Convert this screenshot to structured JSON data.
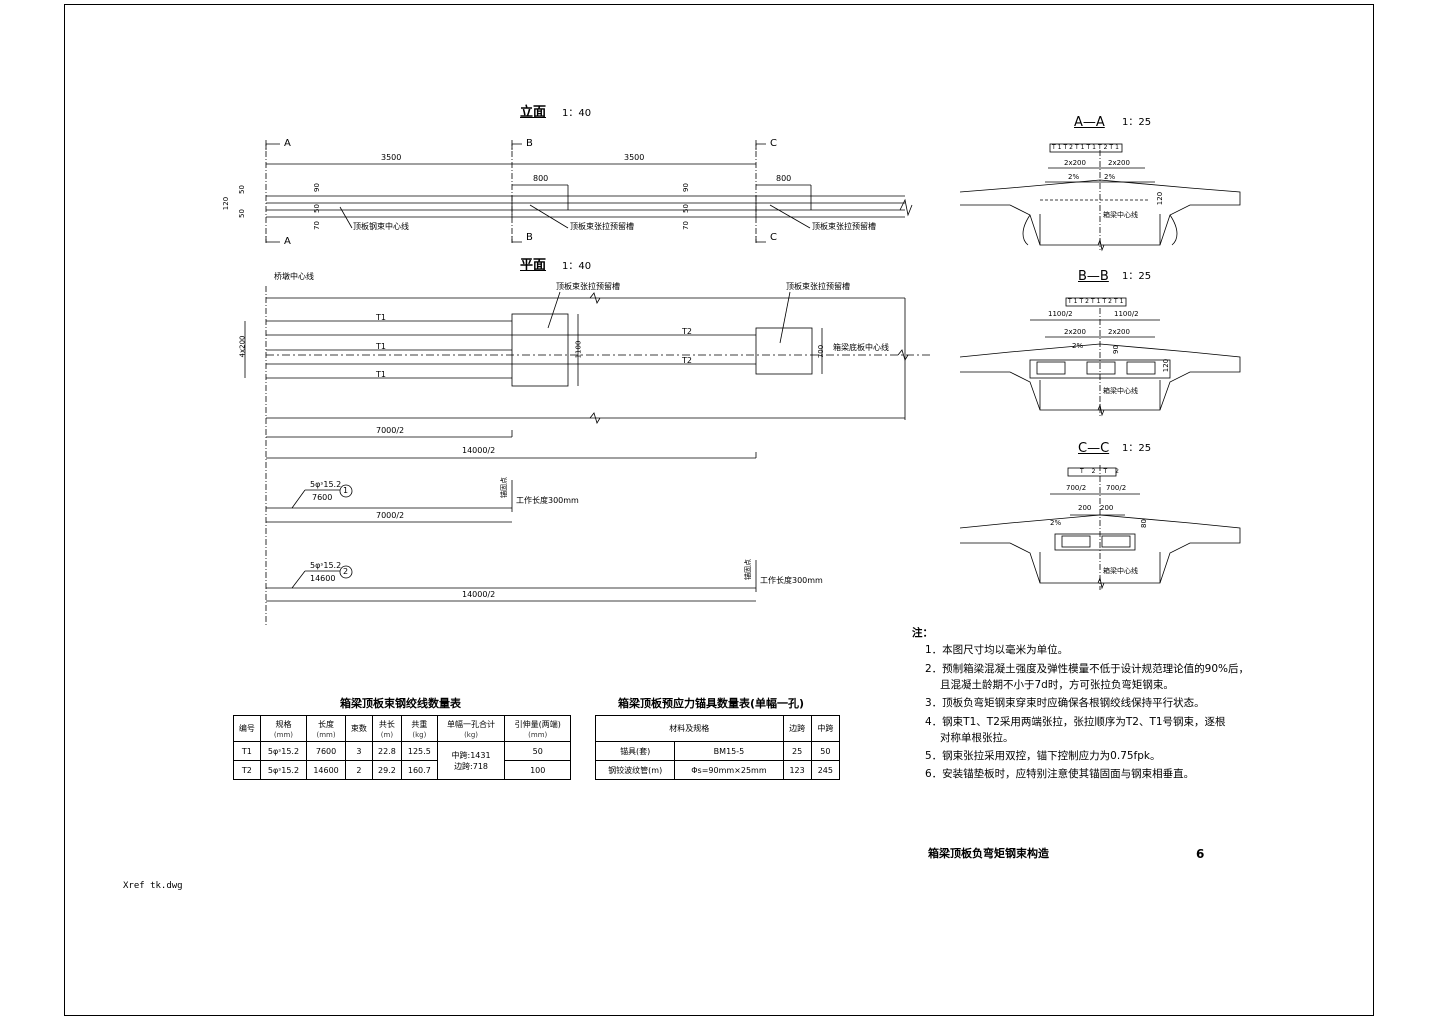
{
  "elevation": {
    "title": "立面",
    "scale": "1：40",
    "sections": [
      "A",
      "A",
      "B",
      "B",
      "C",
      "C"
    ],
    "dims_top": [
      "3500",
      "3500",
      "800",
      "800"
    ],
    "dims_side": [
      "120",
      "50",
      "50",
      "90",
      "50",
      "70",
      "90",
      "50",
      "70"
    ],
    "labels": [
      "顶板钢束中心线",
      "顶板束张拉预留槽",
      "顶板束张拉预留槽"
    ]
  },
  "plan": {
    "title": "平面",
    "scale": "1：40",
    "center_label": "桥墩中心线",
    "pocket_labels": [
      "顶板束张拉预留槽",
      "顶板束张拉预留槽"
    ],
    "tendon_labels": [
      "T1",
      "T1",
      "T1",
      "T2",
      "T2"
    ],
    "dims": [
      "4x200",
      "1100",
      "700",
      "7000/2",
      "14000/2"
    ],
    "beam_center": "箱梁底板中心线"
  },
  "tendons": [
    {
      "spec": "5φˢ15.2",
      "length": "7600",
      "num": "1",
      "dim": "7000/2",
      "anchor": "锚固点",
      "work": "工作长度300mm"
    },
    {
      "spec": "5φˢ15.2",
      "length": "14600",
      "num": "2",
      "dim": "14000/2",
      "anchor": "锚固点",
      "work": "工作长度300mm"
    }
  ],
  "section_aa": {
    "title": "A—A",
    "scale": "1：25",
    "tags": [
      "T1",
      "T2",
      "T1",
      "T1",
      "T2",
      "T1"
    ],
    "dims": [
      "2x200",
      "2x200",
      "2%",
      "2%",
      "120"
    ],
    "center": "箱梁中心线"
  },
  "section_bb": {
    "title": "B—B",
    "scale": "1：25",
    "tags": [
      "T1",
      "T2",
      "T1",
      "T2",
      "T1"
    ],
    "dims": [
      "1100/2",
      "1100/2",
      "2x200",
      "2x200",
      "2%",
      "90",
      "120"
    ],
    "center": "箱梁中心线"
  },
  "section_cc": {
    "title": "C—C",
    "scale": "1：25",
    "tags": [
      "T2",
      "T2"
    ],
    "dims": [
      "700/2",
      "700/2",
      "200",
      "200",
      "2%",
      "80"
    ],
    "center": "箱梁中心线"
  },
  "notes": {
    "heading": "注：",
    "lines": [
      "1．本图尺寸均以毫米为单位。",
      "2．预制箱梁混凝土强度及弹性模量不低于设计规范理论值的90%后，",
      "且混凝土龄期不小于7d时，方可张拉负弯矩钢束。",
      "3．顶板负弯矩钢束穿束时应确保各根钢绞线保持平行状态。",
      "4．钢束T1、T2采用两端张拉，张拉顺序为T2、T1号钢束，逐根",
      "对称单根张拉。",
      "5．钢束张拉采用双控，锚下控制应力为0.75fpk。",
      "6．安装锚垫板时，应特别注意使其锚固面与钢束相垂直。"
    ]
  },
  "table1": {
    "title": "箱梁顶板束钢绞线数量表",
    "headers": [
      "编号",
      "规格",
      "长度",
      "束数",
      "共长",
      "共重",
      "单幅一孔合计",
      "引伸量(两端)"
    ],
    "units": [
      "",
      "(mm)",
      "(mm)",
      "",
      "(m)",
      "(kg)",
      "(kg)",
      "(mm)"
    ],
    "rows": [
      [
        "T1",
        "5φˢ15.2",
        "7600",
        "3",
        "22.8",
        "125.5",
        "50"
      ],
      [
        "T2",
        "5φˢ15.2",
        "14600",
        "2",
        "29.2",
        "160.7",
        "100"
      ]
    ],
    "merged": [
      "中跨:1431",
      "边跨:718"
    ]
  },
  "table2": {
    "title": "箱梁顶板预应力锚具数量表(单幅一孔)",
    "headers": [
      "材料及规格",
      "",
      "边跨",
      "中跨"
    ],
    "rows": [
      [
        "锚具(套)",
        "BM15-5",
        "25",
        "50"
      ],
      [
        "钢铰波纹管(m)",
        "Φs=90mm×25mm",
        "123",
        "245"
      ]
    ]
  },
  "footer": {
    "drawing_title": "箱梁顶板负弯矩钢束构造",
    "sheet_no": "6",
    "xref": "Xref tk.dwg"
  }
}
